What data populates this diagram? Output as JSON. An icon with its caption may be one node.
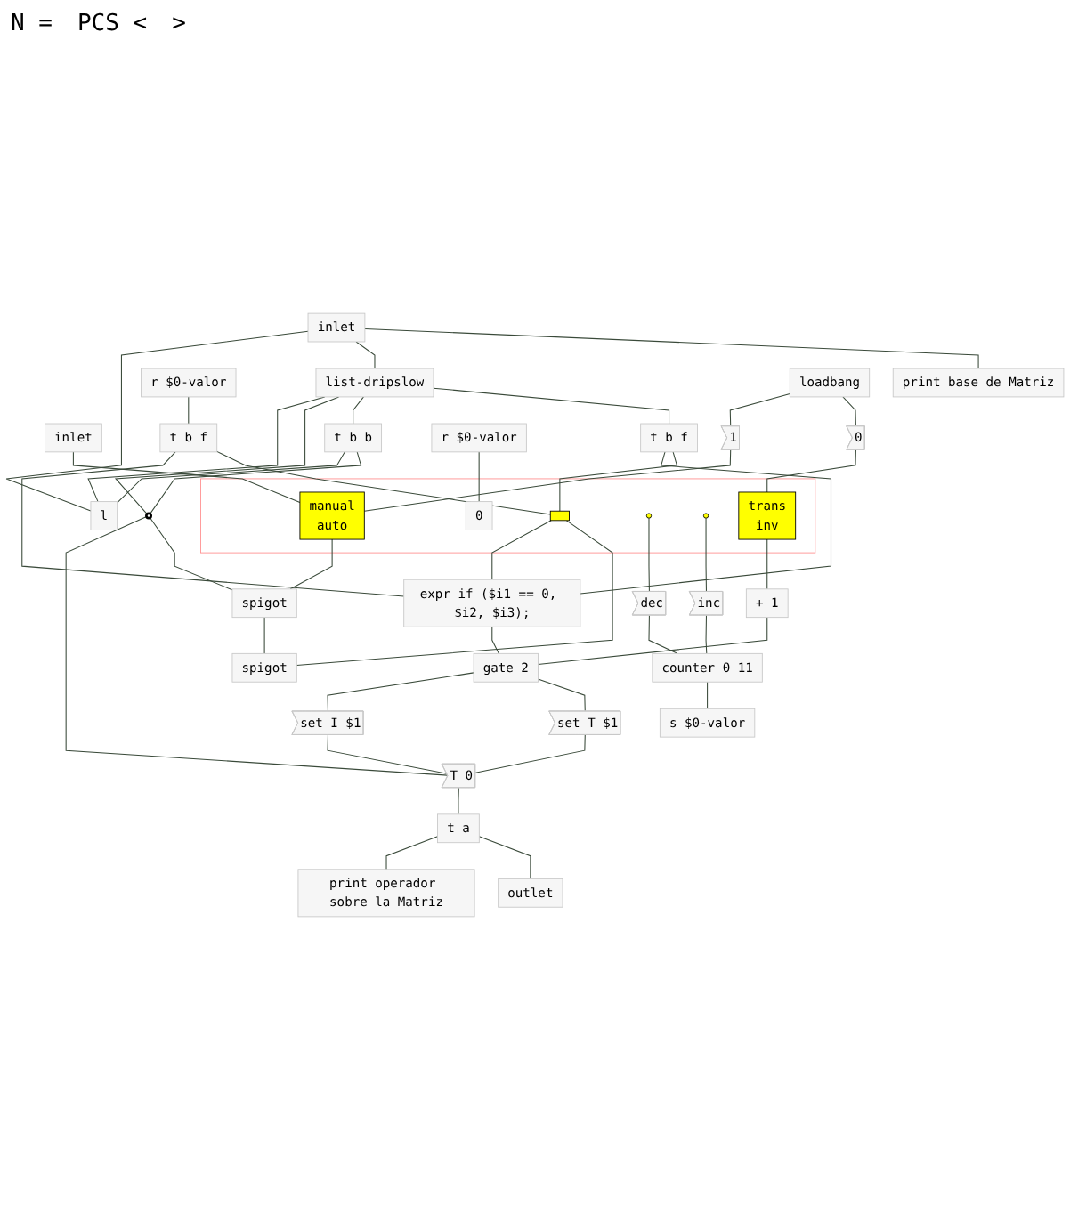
{
  "diagram": {
    "nodes": [
      {
        "text": [
          "inlet"
        ]
      },
      {
        "text": [
          "inlet"
        ]
      },
      {
        "text": [
          "print base de Matriz"
        ]
      },
      {
        "text": [],
        "shape": "circle"
      },
      {
        "text": [
          "r $0-valor"
        ]
      },
      {
        "text": [
          "list-dripslow"
        ]
      },
      {
        "text": [
          "loadbang"
        ]
      },
      {
        "text": [
          "t b f"
        ]
      },
      {
        "text": [
          "t b f"
        ]
      },
      {
        "text": [
          "t b b"
        ]
      },
      {
        "text": [
          "l"
        ]
      },
      {
        "text": [
          "0"
        ]
      },
      {
        "text": [
          "1"
        ]
      },
      {
        "text": [
          "r $0-valor"
        ]
      },
      {
        "text": [],
        "shape": "box"
      },
      {
        "text": [
          "trans",
          "inv"
        ],
        "in": 14
      },
      {
        "text": [],
        "shape": "box",
        "in": 14
      },
      {
        "text": [
          "0"
        ],
        "in": 14
      },
      {
        "text": [],
        "shape": "circle",
        "in": 14
      },
      {
        "text": [],
        "shape": "circle",
        "in": 14
      },
      {
        "text": [
          "manual",
          "auto"
        ],
        "in": 14
      },
      {
        "text": [
          "spigot"
        ]
      },
      {
        "text": [
          "spigot"
        ]
      },
      {
        "text": [
          "dec"
        ]
      },
      {
        "text": [
          "inc"
        ]
      },
      {
        "text": [
          "counter 0 11"
        ]
      },
      {
        "text": [
          "s $0-valor"
        ]
      },
      {
        "text": [
          "+ 1"
        ]
      },
      {
        "text": [
          "expr if ($i1 == 0, $i2, $i3);"
        ]
      },
      {
        "text": [
          "gate 2"
        ]
      },
      {
        "text": [
          "set T $1"
        ]
      },
      {
        "text": [
          "set I $1"
        ]
      },
      {
        "text": [
          "T 0"
        ]
      },
      {
        "text": [
          "t a"
        ]
      },
      {
        "text": [
          "outlet"
        ]
      },
      {
        "text": [
          "print operador sobre la Matriz"
        ]
      }
    ],
    "edges": [
      {
        "from": 0,
        "to": 2,
        "arrow": "none"
      },
      {
        "from": 0,
        "to": 5,
        "arrow": "none"
      },
      {
        "from": 0,
        "to": 10,
        "arrow": "none"
      },
      {
        "from": 1,
        "to": 20,
        "arrow": "none"
      },
      {
        "from": 3,
        "to": 5,
        "arrow": "none"
      },
      {
        "from": 9,
        "to": 3,
        "arrow": "none"
      },
      {
        "from": 5,
        "to": 8,
        "arrow": "none"
      },
      {
        "from": 5,
        "to": 9,
        "arrow": "none"
      },
      {
        "from": 9,
        "to": 10,
        "arrow": "none"
      },
      {
        "from": 10,
        "to": 5,
        "arrow": "none"
      },
      {
        "from": 4,
        "to": 7,
        "arrow": "none"
      },
      {
        "from": 7,
        "to": 16,
        "arrow": "none"
      },
      {
        "from": 8,
        "to": 16,
        "arrow": "none"
      },
      {
        "from": 7,
        "to": 28,
        "arrow": "none"
      },
      {
        "from": 8,
        "to": 28,
        "arrow": "none"
      },
      {
        "from": 6,
        "to": 11,
        "arrow": "none"
      },
      {
        "from": 6,
        "to": 12,
        "arrow": "none"
      },
      {
        "from": 11,
        "to": 15,
        "arrow": "none"
      },
      {
        "from": 12,
        "to": 20,
        "arrow": "none"
      },
      {
        "from": 13,
        "to": 17,
        "arrow": "none"
      },
      {
        "from": 3,
        "to": 21,
        "arrow": "none"
      },
      {
        "from": 3,
        "to": 32,
        "arrow": "none"
      },
      {
        "from": 20,
        "to": 21,
        "arrow": "none"
      },
      {
        "from": 21,
        "to": 22,
        "arrow": "none"
      },
      {
        "from": 16,
        "to": 22,
        "arrow": "none"
      },
      {
        "from": 18,
        "to": 23,
        "arrow": "none"
      },
      {
        "from": 19,
        "to": 24,
        "arrow": "none"
      },
      {
        "from": 23,
        "to": 25,
        "arrow": "none"
      },
      {
        "from": 24,
        "to": 25,
        "arrow": "none"
      },
      {
        "from": 25,
        "to": 26,
        "arrow": "none"
      },
      {
        "from": 15,
        "to": 27,
        "arrow": "none"
      },
      {
        "from": 16,
        "to": 28,
        "arrow": "none"
      },
      {
        "from": 27,
        "to": 29,
        "arrow": "none"
      },
      {
        "from": 28,
        "to": 29,
        "arrow": "none"
      },
      {
        "from": 29,
        "to": 30,
        "arrow": "none"
      },
      {
        "from": 29,
        "to": 31,
        "arrow": "none"
      },
      {
        "from": 30,
        "to": 32,
        "arrow": "none"
      },
      {
        "from": 31,
        "to": 32,
        "arrow": "none"
      },
      {
        "from": 32,
        "to": 33,
        "arrow": "none"
      },
      {
        "from": 33,
        "to": 34,
        "arrow": "none"
      },
      {
        "from": 33,
        "to": 35,
        "arrow": "none"
      }
    ],
    "labels": [
      "N =",
      "PCS <",
      ">"
    ]
  }
}
